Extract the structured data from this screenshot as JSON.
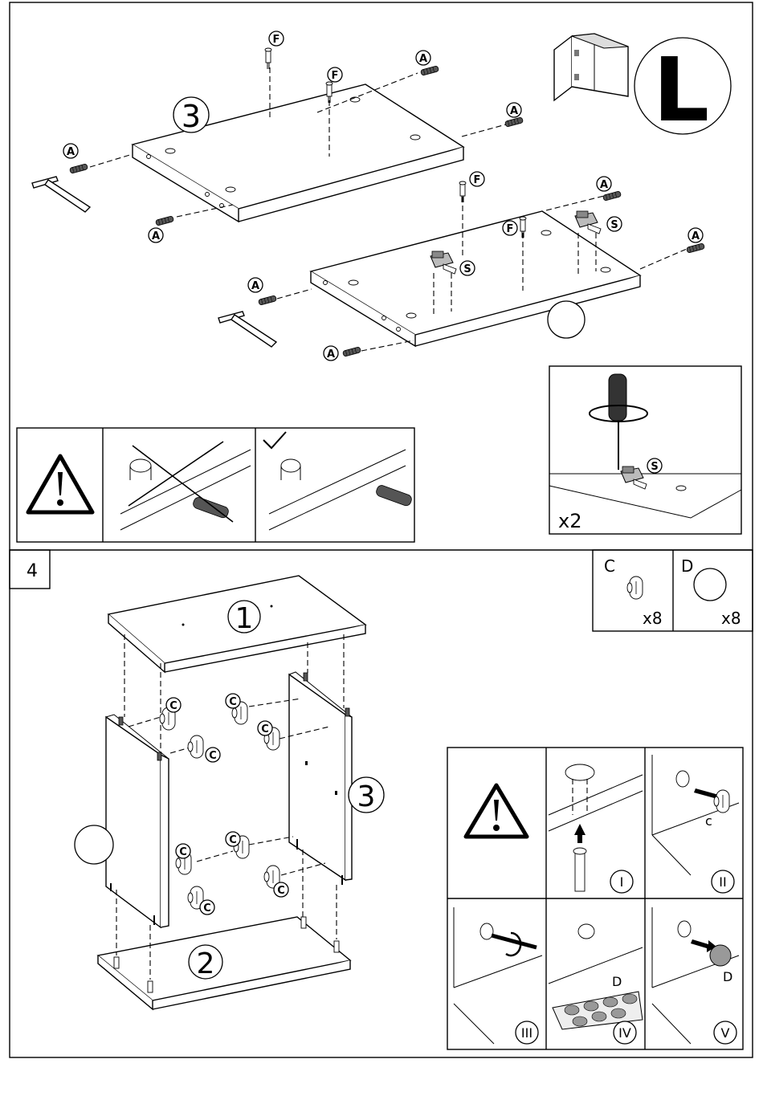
{
  "step3": {
    "panel_number": "3",
    "part_labels": {
      "A": "A",
      "F": "F",
      "S": "S"
    },
    "model_letter": "L",
    "screwdriver_count": "x2"
  },
  "step4": {
    "step_number": "4",
    "panel_top": "1",
    "panel_bottom": "2",
    "panel_side": "3",
    "cam_label": "C",
    "parts": [
      {
        "label": "C",
        "count": "x8"
      },
      {
        "label": "D",
        "count": "x8"
      }
    ],
    "detail_steps": [
      "I",
      "II",
      "III",
      "IV",
      "V"
    ],
    "detail_labels": {
      "c": "c",
      "D": "D"
    }
  }
}
